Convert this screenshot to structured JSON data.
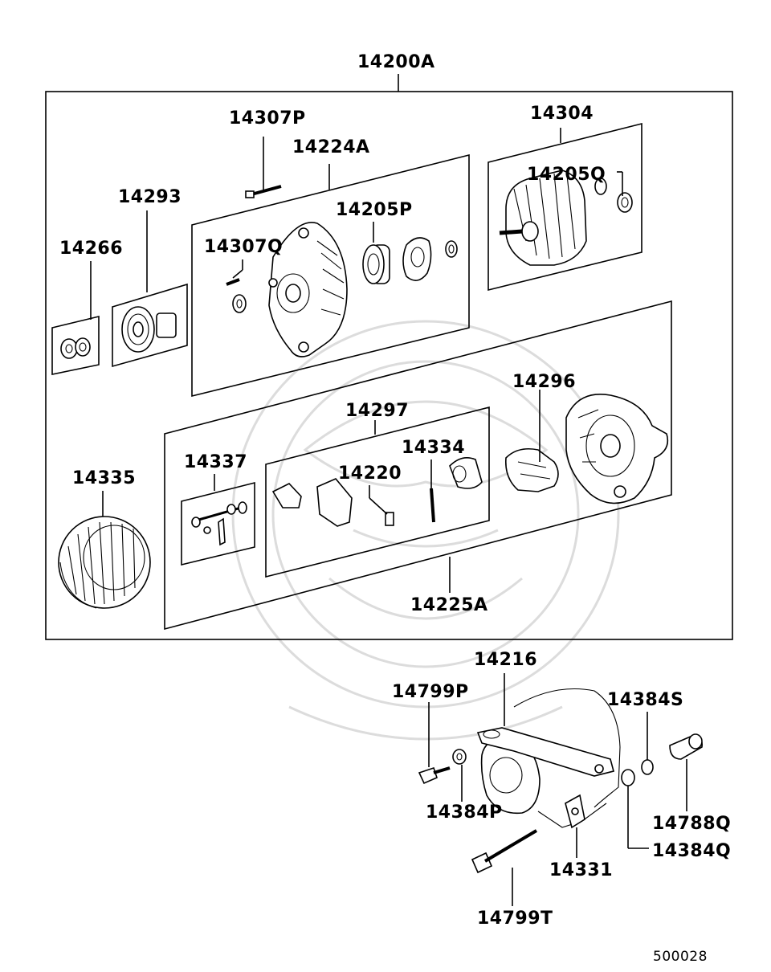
{
  "labels": {
    "assembly": "14200A",
    "bolt_top": "14307P",
    "front_bracket": "14224A",
    "rotor": "14304",
    "bearing_q": "14205Q",
    "pulley": "14293",
    "bearing_p": "14205P",
    "screw_q": "14307Q",
    "nut_washer": "14266",
    "rear_bracket": "14296",
    "rectifier_group": "14297",
    "terminal": "14334",
    "terminal_set": "14337",
    "brush": "14220",
    "stator": "14335",
    "rear_assy": "14225A",
    "mount_bracket": "14216",
    "bolt_p": "14799P",
    "washer_s": "14384S",
    "washer_p": "14384P",
    "bushing": "14788Q",
    "washer_q": "14384Q",
    "stay": "14331",
    "bolt_t": "14799T"
  },
  "diagram_code": "500028",
  "colors": {
    "ink": "#000000",
    "watermark": "#dcdcdc",
    "paper": "#ffffff"
  }
}
